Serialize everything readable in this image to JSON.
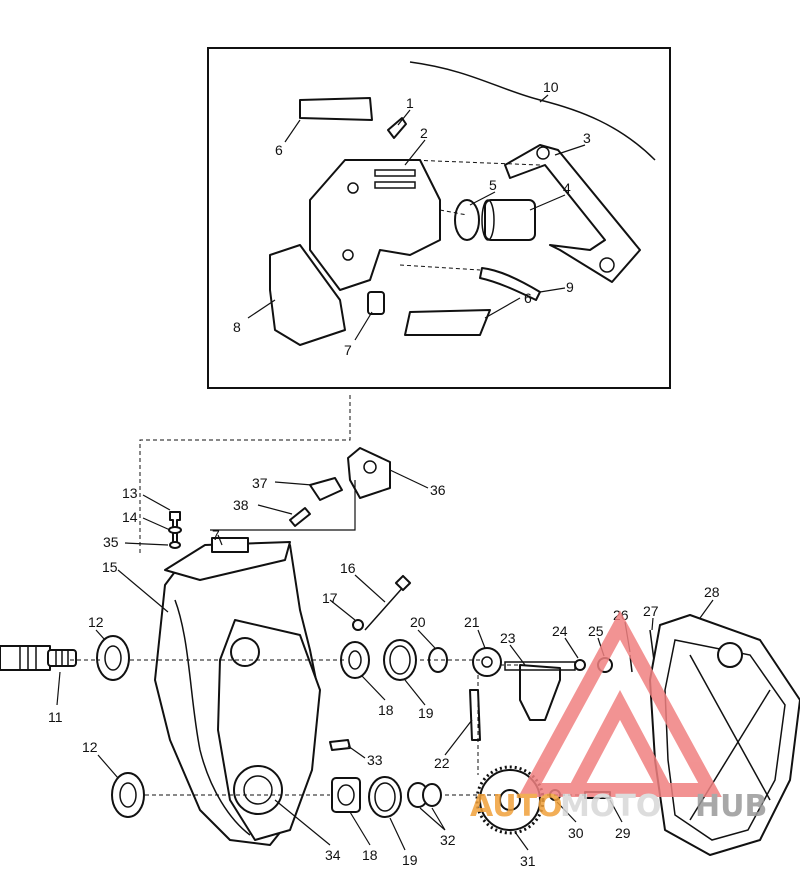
{
  "callouts": {
    "c1": "1",
    "c2": "2",
    "c3": "3",
    "c4": "4",
    "c5": "5",
    "c6a": "6",
    "c6b": "6",
    "c7a": "7",
    "c7b": "7",
    "c8": "8",
    "c9": "9",
    "c10": "10",
    "c11": "11",
    "c12a": "12",
    "c12b": "12",
    "c13": "13",
    "c14": "14",
    "c15": "15",
    "c16": "16",
    "c17": "17",
    "c18a": "18",
    "c18b": "18",
    "c19a": "19",
    "c19b": "19",
    "c20": "20",
    "c21": "21",
    "c22": "22",
    "c23": "23",
    "c24": "24",
    "c25": "25",
    "c26": "26",
    "c27": "27",
    "c28": "28",
    "c29": "29",
    "c30": "30",
    "c31": "31",
    "c32": "32",
    "c33": "33",
    "c34": "34",
    "c35": "35",
    "c36": "36",
    "c37": "37",
    "c38": "38"
  },
  "watermark": {
    "text_a": "AUTO",
    "text_b": "MOTO",
    "text_c": "HUB",
    "color_a": "#f0a03a",
    "color_b": "#d8d8d8",
    "color_c": "#9a9a9a",
    "triangle_color": "#f08080"
  }
}
